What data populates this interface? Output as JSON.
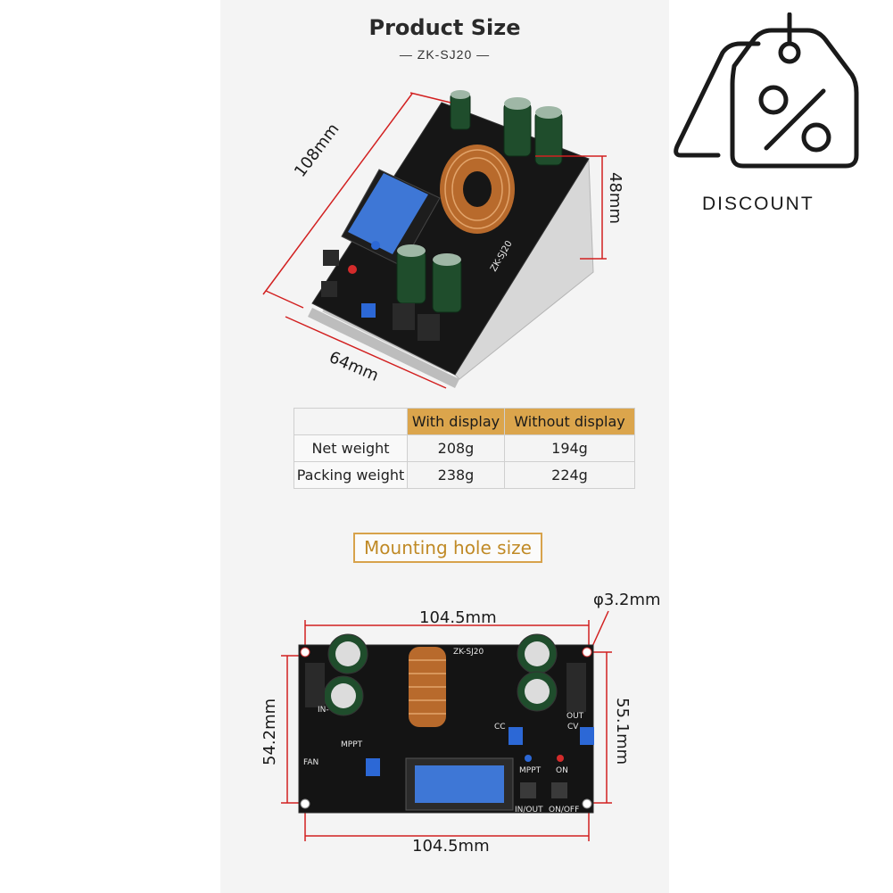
{
  "header": {
    "title": "Product Size",
    "subtitle": "— ZK-SJ20 —"
  },
  "top_image": {
    "dim_length": "108mm",
    "dim_height": "48mm",
    "dim_width": "64mm",
    "board_marking": "ZK-SJ20"
  },
  "weight_table": {
    "columns": [
      "",
      "With display",
      "Without display"
    ],
    "rows": [
      {
        "label": "Net weight",
        "with_display": "208g",
        "without_display": "194g"
      },
      {
        "label": "Packing weight",
        "with_display": "238g",
        "without_display": "224g"
      }
    ]
  },
  "mounting": {
    "title": "Mounting hole size",
    "hole_diameter": "φ3.2mm",
    "top_width": "104.5mm",
    "bottom_width": "104.5mm",
    "left_height": "54.2mm",
    "right_height": "55.1mm",
    "board_labels": {
      "model": "ZK-SJ20",
      "in": "IN-",
      "out": "OUT",
      "mppt": "MPPT",
      "fan": "FAN",
      "cc": "CC",
      "cv": "CV",
      "mppt_led": "MPPT",
      "on_led": "ON",
      "in_out_btn": "IN/OUT",
      "on_off_btn": "ON/OFF"
    }
  },
  "badge": {
    "text": "DISCOUNT",
    "icon": "percent-tag-icon"
  },
  "colors": {
    "accent_gold": "#dba54c",
    "dim_line_red": "#d22020",
    "pcb": "#151515"
  }
}
